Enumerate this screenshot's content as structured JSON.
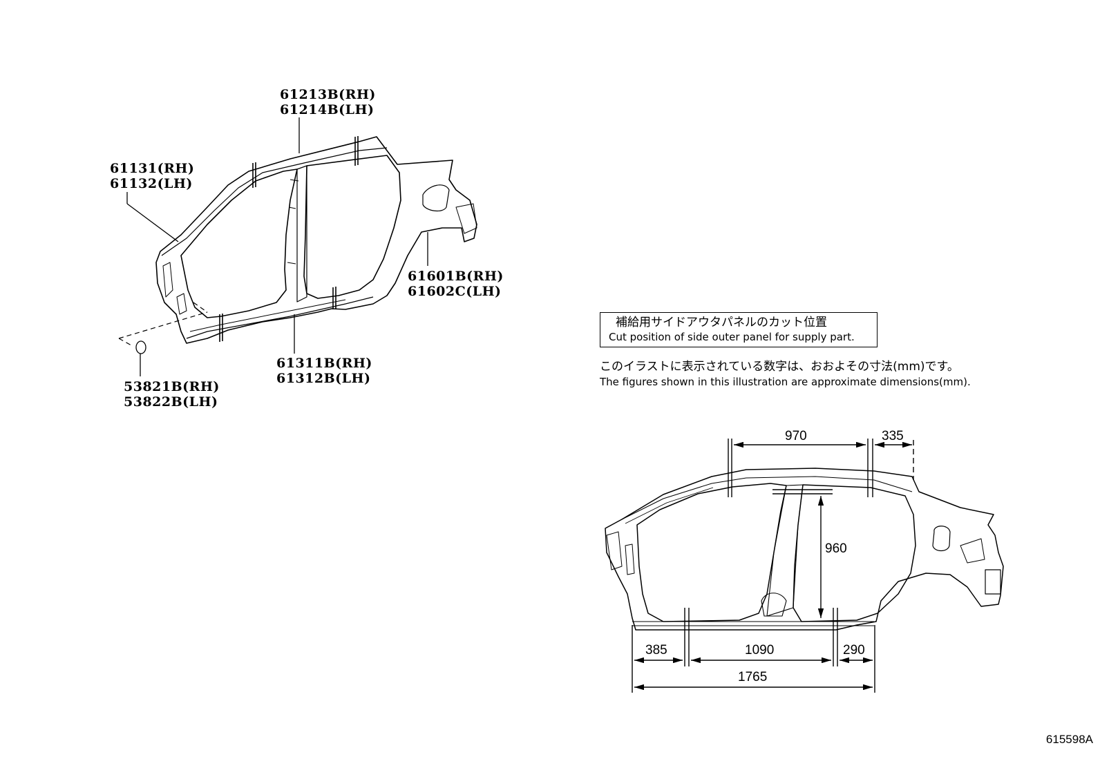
{
  "diagram": {
    "type": "parts-illustration",
    "subject": "Side outer panel (body side)",
    "reference_code": "615598A"
  },
  "part_labels": [
    {
      "id": "roof-side-rail",
      "rh": "61213B(RH)",
      "lh": "61214B(LH)"
    },
    {
      "id": "front-pillar",
      "rh": "61131(RH)",
      "lh": "61132(LH)"
    },
    {
      "id": "quarter-panel",
      "rh": "61601B(RH)",
      "lh": "61602C(LH)"
    },
    {
      "id": "rocker-panel",
      "rh": "61311B(RH)",
      "lh": "61312B(LH)"
    },
    {
      "id": "clip",
      "rh": "53821B(RH)",
      "lh": "53822B(LH)"
    }
  ],
  "legend": {
    "box_jp": "補給用サイドアウタパネルのカット位置",
    "box_en": "Cut position of side outer panel for supply part."
  },
  "note": {
    "jp": "このイラストに表示されている数字は、おおよその寸法(mm)です。",
    "en": "The figures shown in this illustration are approximate dimensions(mm)."
  },
  "dimensions": {
    "unit": "mm",
    "roof_cut_span": "970",
    "roof_rear_offset": "335",
    "b_pillar_height": "960",
    "rocker_front": "385",
    "rocker_middle": "1090",
    "rocker_rear": "290",
    "overall_length": "1765"
  }
}
